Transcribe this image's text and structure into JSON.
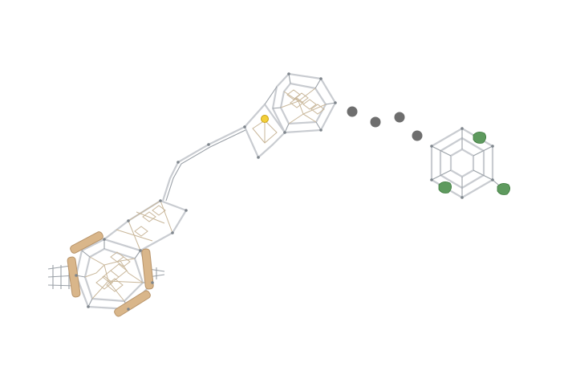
{
  "scene": {
    "background": "#ffffff",
    "colors": {
      "frame": "#c9ccd1",
      "rope_net": "#c9b79a",
      "timber": "#d9b68a",
      "dots": "#6e6e6e",
      "green_caps": "#5e9a5e",
      "highlight": "#f3cf3a"
    },
    "parts": [
      "rope-climbing-structure-left",
      "rope-bridge",
      "rope-climbing-structure-top",
      "ellipsis-dots",
      "hexagon-module-right"
    ]
  }
}
